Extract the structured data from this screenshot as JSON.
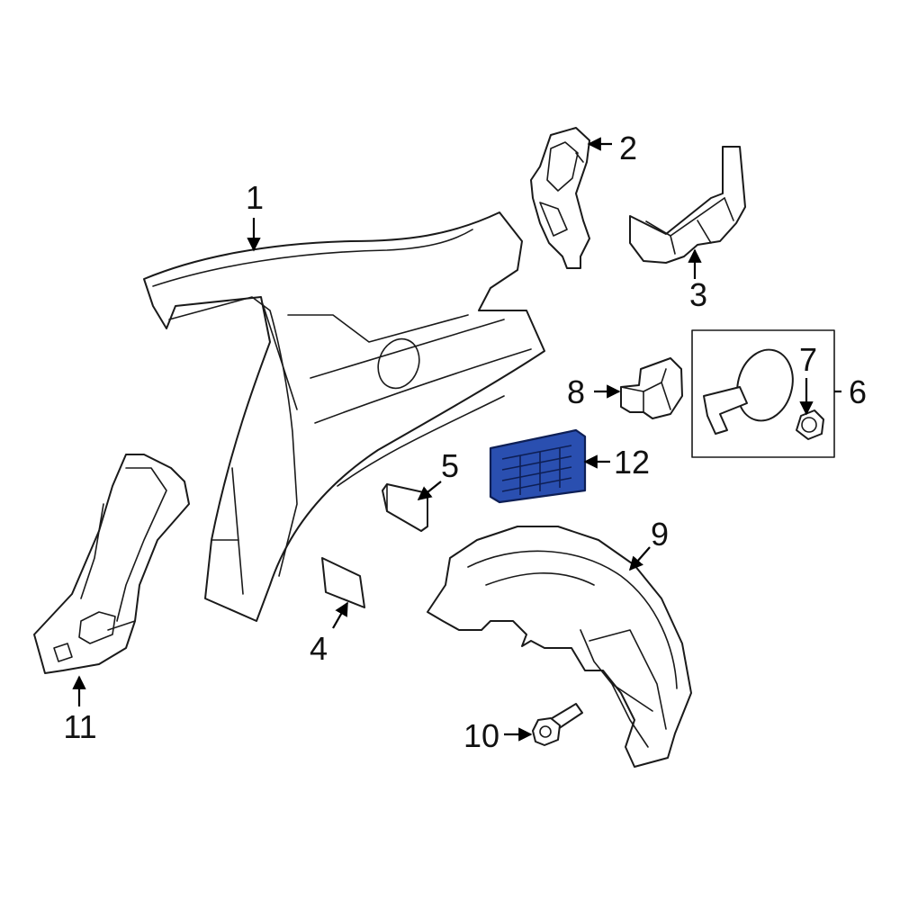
{
  "colors": {
    "line": "#1a1a1a",
    "highlight_fill": "#2a4fb0",
    "highlight_stroke": "#0e1f55",
    "background": "#ffffff"
  },
  "callouts": [
    {
      "id": "1",
      "label": "1"
    },
    {
      "id": "2",
      "label": "2"
    },
    {
      "id": "3",
      "label": "3"
    },
    {
      "id": "4",
      "label": "4"
    },
    {
      "id": "5",
      "label": "5"
    },
    {
      "id": "6",
      "label": "6"
    },
    {
      "id": "7",
      "label": "7"
    },
    {
      "id": "8",
      "label": "8"
    },
    {
      "id": "9",
      "label": "9"
    },
    {
      "id": "10",
      "label": "10"
    },
    {
      "id": "11",
      "label": "11"
    },
    {
      "id": "12",
      "label": "12"
    }
  ],
  "highlighted_part": "12"
}
